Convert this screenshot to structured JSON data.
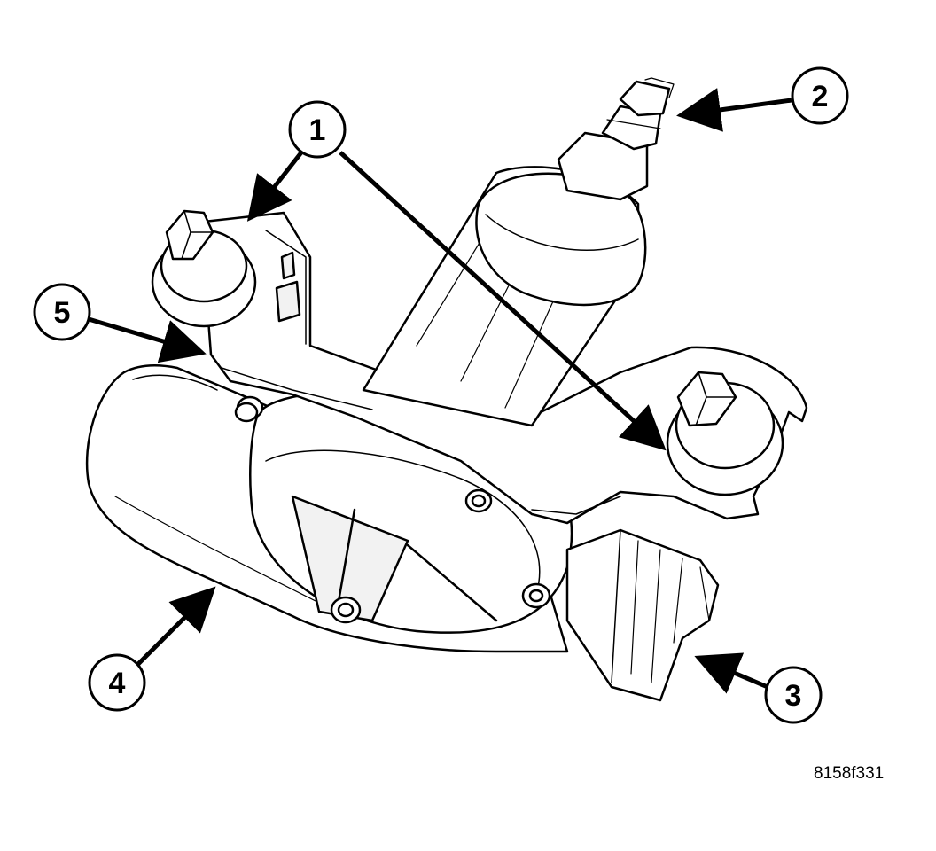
{
  "figure": {
    "id_label": "8158f331",
    "callouts": [
      {
        "key": "c1",
        "label": "1"
      },
      {
        "key": "c2",
        "label": "2"
      },
      {
        "key": "c3",
        "label": "3"
      },
      {
        "key": "c4",
        "label": "4"
      },
      {
        "key": "c5",
        "label": "5"
      }
    ],
    "colors": {
      "ink": "#000000",
      "paper": "#ffffff",
      "shade": "#f2f2f2"
    }
  }
}
